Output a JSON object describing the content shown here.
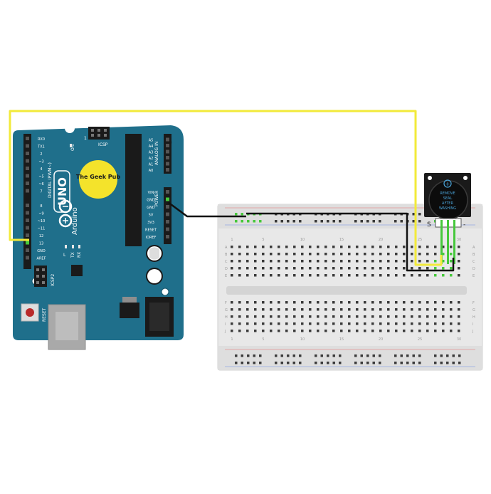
{
  "arduino": {
    "brand_label": "The Geek Pub",
    "model_label": "UNO",
    "maker_label": "Arduino",
    "on_label": "ON",
    "icsp_label": "ICSP",
    "icsp2_label": "ICSP2",
    "reset_label": "RESET",
    "tx_label": "TX",
    "rx_label": "RX",
    "l_label": "L",
    "one_label": "1",
    "digital_label": "DIGITAL (PWM~)",
    "analog_label": "ANALOG IN",
    "power_label": "POWER",
    "digital_pins": [
      "RX0",
      "TX1",
      "2",
      "~3",
      "4",
      "~5",
      "~6",
      "7",
      "8",
      "~9",
      "~10",
      "~11",
      "12",
      "13",
      "GND",
      "AREF"
    ],
    "analog_pins": [
      "A0",
      "A1",
      "A2",
      "A3",
      "A4",
      "A5"
    ],
    "power_pins": [
      "VIN",
      "GND",
      "GND",
      "5V",
      "3V3",
      "RESET",
      "IOREF"
    ],
    "board_color": "#1f6f8b",
    "brand_color": "#f4e32b"
  },
  "breadboard": {
    "column_numbers": [
      "1",
      "5",
      "10",
      "15",
      "20",
      "25",
      "30"
    ],
    "rows_top": [
      "A",
      "B",
      "C",
      "D",
      "E"
    ],
    "rows_bottom": [
      "F",
      "G",
      "H",
      "I",
      "J"
    ],
    "body_color": "#e8e8e8",
    "highlight_color": "#46c83c"
  },
  "buzzer": {
    "notice_lines": [
      "REMOVE",
      "SEAL",
      "AFTER",
      "WASHING"
    ],
    "plus_symbol": "+",
    "pin_s_label": "S",
    "pin_minus_label": "-"
  },
  "wires": {
    "signal_color": "#f2ea3a",
    "ground_color": "#111111"
  }
}
